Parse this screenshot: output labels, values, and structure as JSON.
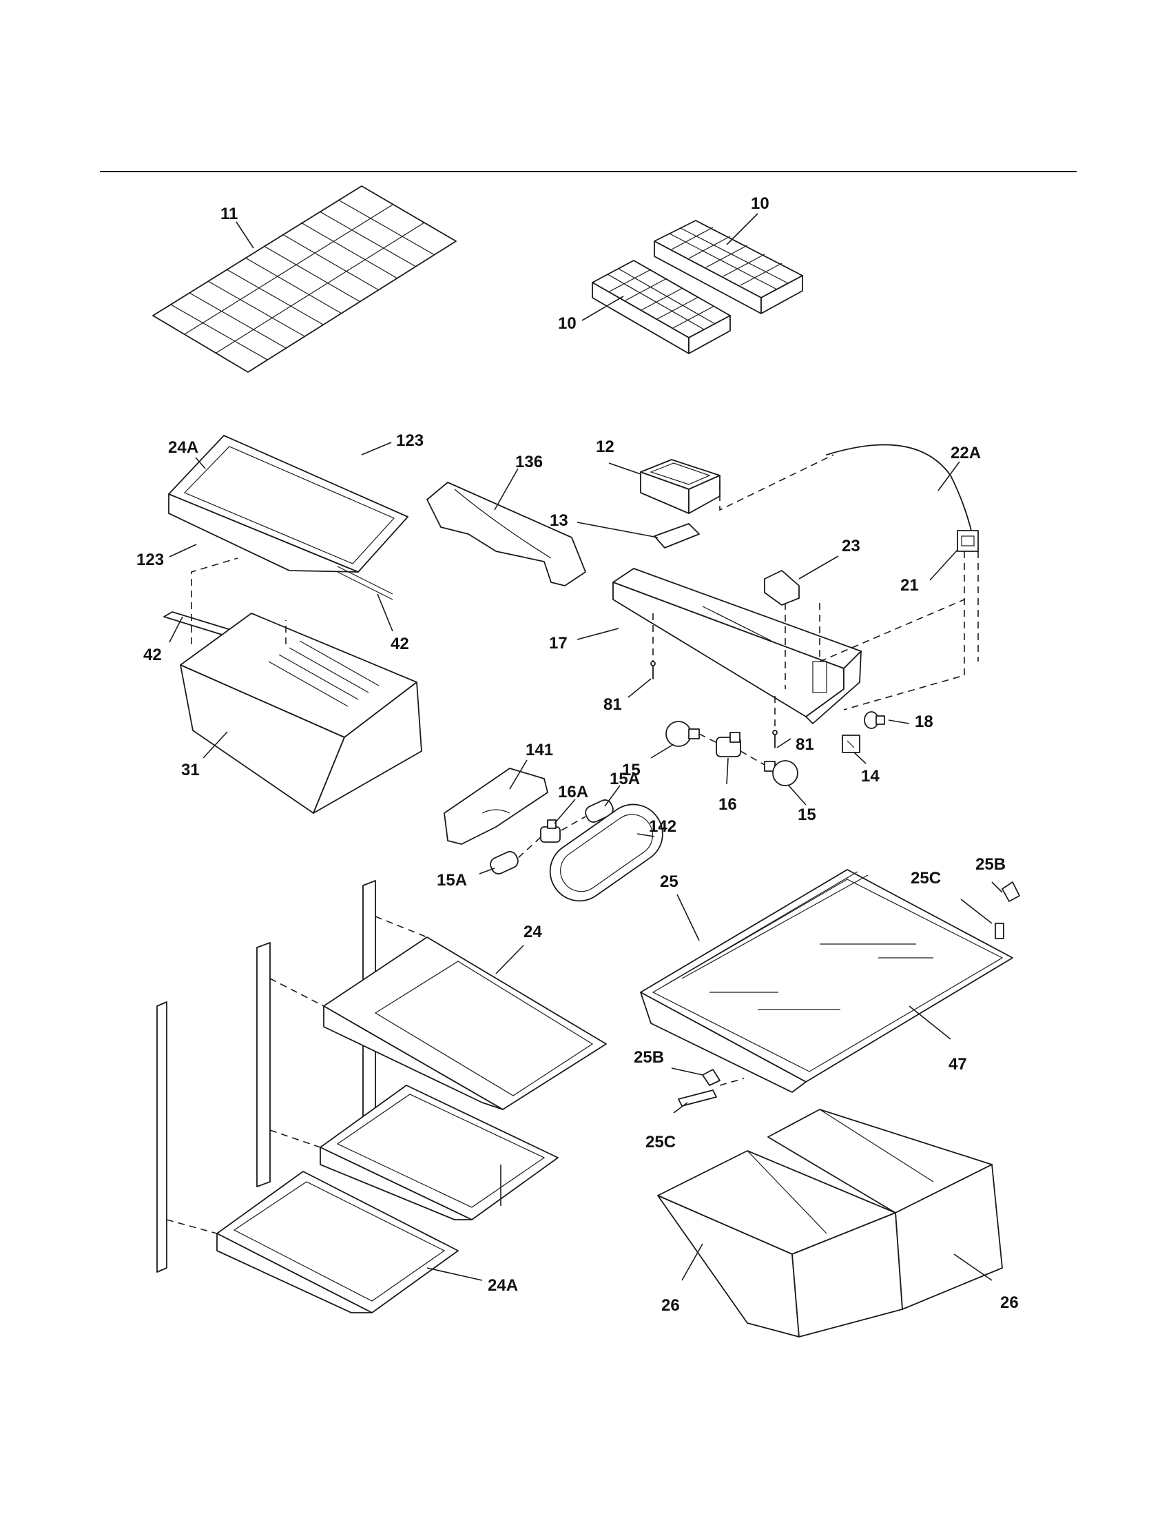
{
  "diagram": {
    "callouts": [
      {
        "id": "c11",
        "text": "11"
      },
      {
        "id": "c10a",
        "text": "10"
      },
      {
        "id": "c10b",
        "text": "10"
      },
      {
        "id": "c24a_top",
        "text": "24A"
      },
      {
        "id": "c123a",
        "text": "123"
      },
      {
        "id": "c123b",
        "text": "123"
      },
      {
        "id": "c42a",
        "text": "42"
      },
      {
        "id": "c42b",
        "text": "42"
      },
      {
        "id": "c31",
        "text": "31"
      },
      {
        "id": "c136",
        "text": "136"
      },
      {
        "id": "c12",
        "text": "12"
      },
      {
        "id": "c13",
        "text": "13"
      },
      {
        "id": "c17",
        "text": "17"
      },
      {
        "id": "c81a",
        "text": "81"
      },
      {
        "id": "c81b",
        "text": "81"
      },
      {
        "id": "c22a",
        "text": "22A"
      },
      {
        "id": "c23",
        "text": "23"
      },
      {
        "id": "c21",
        "text": "21"
      },
      {
        "id": "c18",
        "text": "18"
      },
      {
        "id": "c14",
        "text": "14"
      },
      {
        "id": "c15a",
        "text": "15"
      },
      {
        "id": "c15b",
        "text": "15"
      },
      {
        "id": "c16",
        "text": "16"
      },
      {
        "id": "c141",
        "text": "141"
      },
      {
        "id": "c16A",
        "text": "16A"
      },
      {
        "id": "c15Aa",
        "text": "15A"
      },
      {
        "id": "c15Ab",
        "text": "15A"
      },
      {
        "id": "c142",
        "text": "142"
      },
      {
        "id": "c25",
        "text": "25"
      },
      {
        "id": "c24",
        "text": "24"
      },
      {
        "id": "c25Ba",
        "text": "25B"
      },
      {
        "id": "c25Ca",
        "text": "25C"
      },
      {
        "id": "c47",
        "text": "47"
      },
      {
        "id": "c25Bb",
        "text": "25B"
      },
      {
        "id": "c25Cb",
        "text": "25C"
      },
      {
        "id": "c24A_bottom",
        "text": "24A"
      },
      {
        "id": "c26a",
        "text": "26"
      },
      {
        "id": "c26b",
        "text": "26"
      }
    ]
  }
}
